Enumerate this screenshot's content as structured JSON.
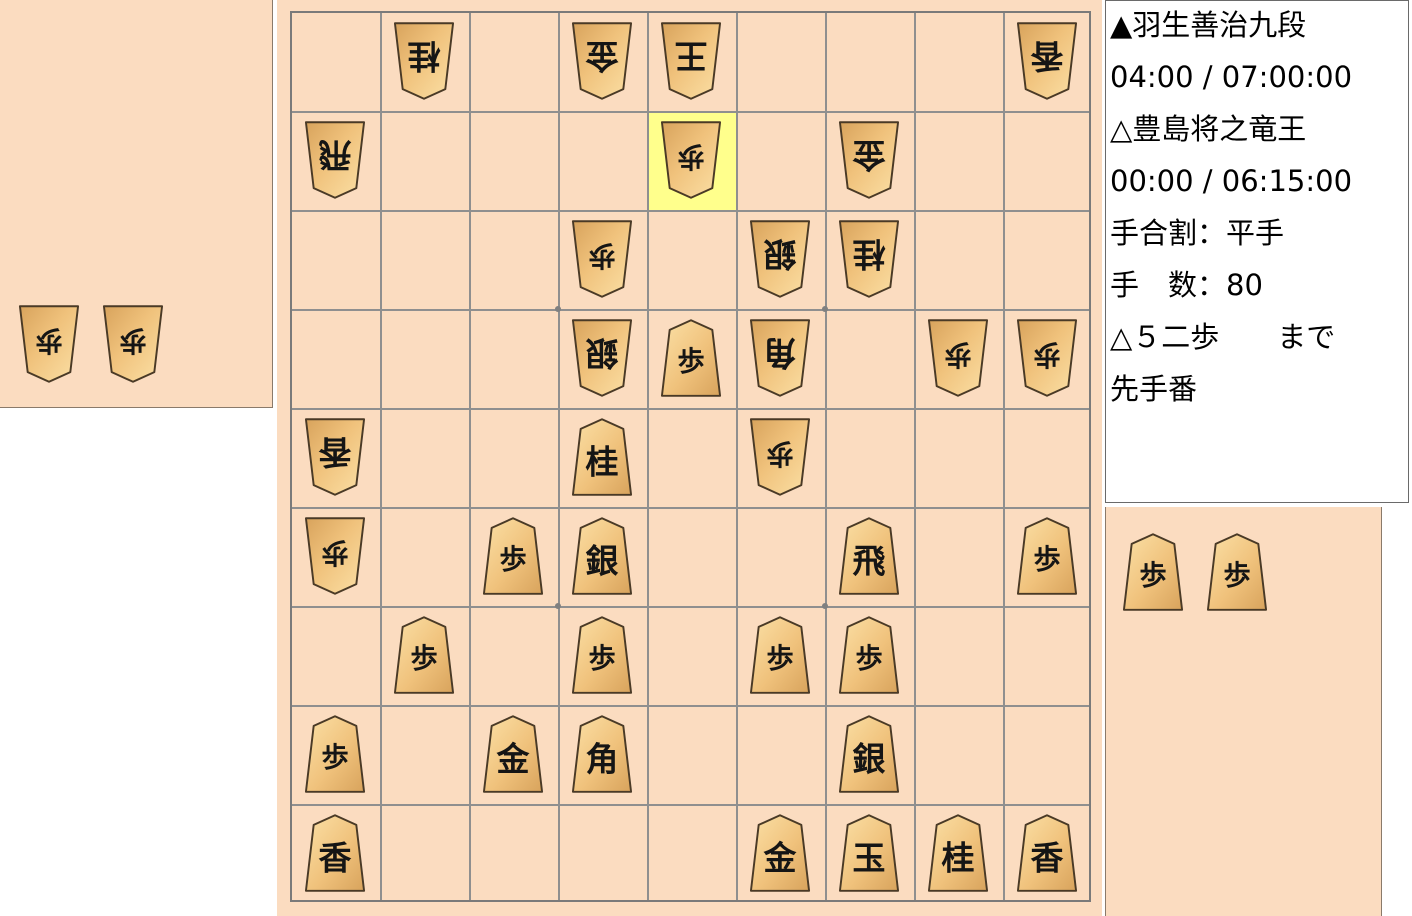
{
  "info": {
    "sente_player": "▲羽生善治九段",
    "sente_time": "04:00 / 07:00:00",
    "gote_player": "△豊島将之竜王",
    "gote_time": "00:00 / 06:15:00",
    "handicap": "手合割：平手",
    "move_count": "手　数：80",
    "last_move": "△５二歩　　まで",
    "turn": "先手番"
  },
  "last_move_square": {
    "file": 5,
    "rank": 2
  },
  "board": [
    {
      "file": 8,
      "rank": 1,
      "side": "gote",
      "label": "桂"
    },
    {
      "file": 6,
      "rank": 1,
      "side": "gote",
      "label": "金"
    },
    {
      "file": 5,
      "rank": 1,
      "side": "gote",
      "label": "王"
    },
    {
      "file": 1,
      "rank": 1,
      "side": "gote",
      "label": "香"
    },
    {
      "file": 9,
      "rank": 2,
      "side": "gote",
      "label": "飛"
    },
    {
      "file": 5,
      "rank": 2,
      "side": "gote",
      "label": "歩"
    },
    {
      "file": 3,
      "rank": 2,
      "side": "gote",
      "label": "金"
    },
    {
      "file": 6,
      "rank": 3,
      "side": "gote",
      "label": "歩"
    },
    {
      "file": 4,
      "rank": 3,
      "side": "gote",
      "label": "銀"
    },
    {
      "file": 3,
      "rank": 3,
      "side": "gote",
      "label": "桂"
    },
    {
      "file": 6,
      "rank": 4,
      "side": "gote",
      "label": "銀"
    },
    {
      "file": 5,
      "rank": 4,
      "side": "sente",
      "label": "歩"
    },
    {
      "file": 4,
      "rank": 4,
      "side": "gote",
      "label": "角"
    },
    {
      "file": 2,
      "rank": 4,
      "side": "gote",
      "label": "歩"
    },
    {
      "file": 1,
      "rank": 4,
      "side": "gote",
      "label": "歩"
    },
    {
      "file": 9,
      "rank": 5,
      "side": "gote",
      "label": "香"
    },
    {
      "file": 6,
      "rank": 5,
      "side": "sente",
      "label": "桂"
    },
    {
      "file": 4,
      "rank": 5,
      "side": "gote",
      "label": "歩"
    },
    {
      "file": 9,
      "rank": 6,
      "side": "gote",
      "label": "歩"
    },
    {
      "file": 7,
      "rank": 6,
      "side": "sente",
      "label": "歩"
    },
    {
      "file": 6,
      "rank": 6,
      "side": "sente",
      "label": "銀"
    },
    {
      "file": 3,
      "rank": 6,
      "side": "sente",
      "label": "飛"
    },
    {
      "file": 1,
      "rank": 6,
      "side": "sente",
      "label": "歩"
    },
    {
      "file": 8,
      "rank": 7,
      "side": "sente",
      "label": "歩"
    },
    {
      "file": 6,
      "rank": 7,
      "side": "sente",
      "label": "歩"
    },
    {
      "file": 4,
      "rank": 7,
      "side": "sente",
      "label": "歩"
    },
    {
      "file": 3,
      "rank": 7,
      "side": "sente",
      "label": "歩"
    },
    {
      "file": 9,
      "rank": 8,
      "side": "sente",
      "label": "歩"
    },
    {
      "file": 7,
      "rank": 8,
      "side": "sente",
      "label": "金"
    },
    {
      "file": 6,
      "rank": 8,
      "side": "sente",
      "label": "角"
    },
    {
      "file": 3,
      "rank": 8,
      "side": "sente",
      "label": "銀"
    },
    {
      "file": 9,
      "rank": 9,
      "side": "sente",
      "label": "香"
    },
    {
      "file": 4,
      "rank": 9,
      "side": "sente",
      "label": "金"
    },
    {
      "file": 3,
      "rank": 9,
      "side": "sente",
      "label": "玉"
    },
    {
      "file": 2,
      "rank": 9,
      "side": "sente",
      "label": "桂"
    },
    {
      "file": 1,
      "rank": 9,
      "side": "sente",
      "label": "香"
    }
  ],
  "gote_hand": [
    {
      "label": "歩"
    },
    {
      "label": "歩"
    }
  ],
  "sente_hand": [
    {
      "label": "歩"
    },
    {
      "label": "歩"
    }
  ]
}
